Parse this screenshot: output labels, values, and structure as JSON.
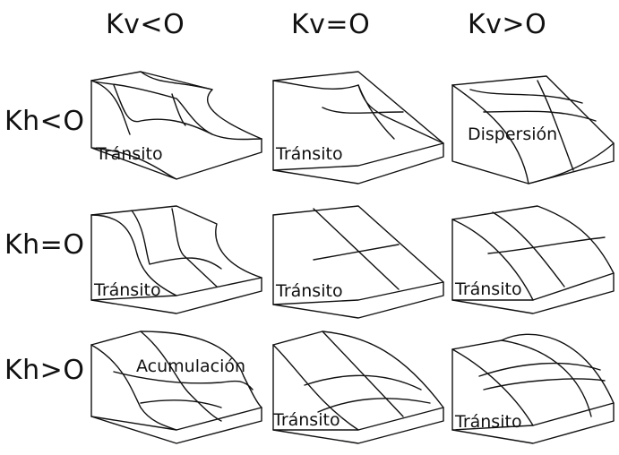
{
  "columns": [
    {
      "label": "Kv<O"
    },
    {
      "label": "Kv=O"
    },
    {
      "label": "Kv>O"
    }
  ],
  "rows": [
    {
      "label": "Kh<O"
    },
    {
      "label": "Kh=O"
    },
    {
      "label": "Kh>O"
    }
  ],
  "cells": [
    [
      {
        "label": "Tránsito"
      },
      {
        "label": "Tránsito"
      },
      {
        "label": "Dispersión"
      }
    ],
    [
      {
        "label": "Tránsito"
      },
      {
        "label": "Tránsito"
      },
      {
        "label": "Tránsito"
      }
    ],
    [
      {
        "label": "Acumulación"
      },
      {
        "label": "Tránsito"
      },
      {
        "label": "Tránsito"
      }
    ]
  ],
  "colors": {
    "line": "#111111",
    "background": "#ffffff"
  }
}
